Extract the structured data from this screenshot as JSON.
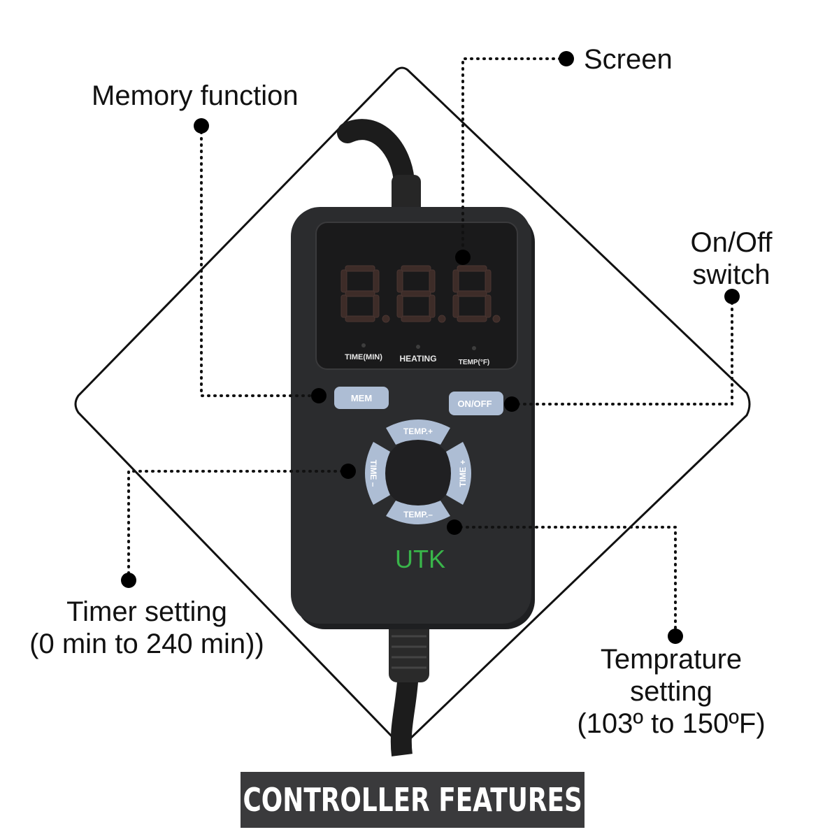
{
  "callouts": {
    "screen": "Screen",
    "memory": "Memory function",
    "onoff_line1": "On/Off",
    "onoff_line2": "switch",
    "timer_line1": "Timer setting",
    "timer_line2": "(0 min to 240 min))",
    "temp_line1": "Temprature",
    "temp_line2": "setting",
    "temp_line3": "(103º to 150ºF)"
  },
  "device": {
    "display": "8.8.8.",
    "indicators": [
      "TIME(MIN)",
      "HEATING",
      "TEMP(°F)"
    ],
    "buttons": {
      "mem": "MEM",
      "onoff": "ON/OFF",
      "temp_plus": "TEMP.+",
      "temp_minus": "TEMP.–",
      "time_minus": "TIME –",
      "time_plus": "TIME +"
    },
    "brand": "UTK"
  },
  "banner": "CONTROLLER FEATURES",
  "colors": {
    "device_body": "#2b2c2e",
    "screen_bg": "#151515",
    "segment": "#3a2a26",
    "button": "#aebfd6",
    "brand": "#39b54a",
    "banner_bg": "#3a3a3c"
  }
}
